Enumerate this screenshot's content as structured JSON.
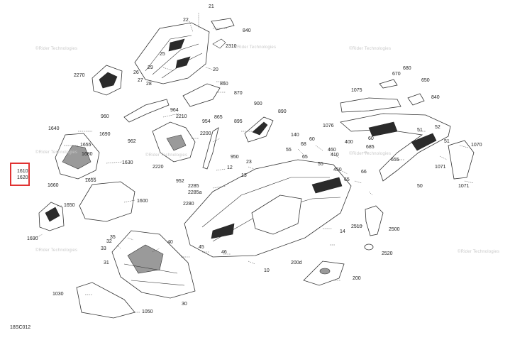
{
  "diagram": {
    "drawing_code": "18SC012",
    "highlighted_labels": [
      "1610",
      "1620"
    ],
    "watermark_text": "©Rider Technologies",
    "callouts": [
      "21",
      "22",
      "840",
      "20",
      "25",
      "26",
      "29",
      "27",
      "28",
      "2310",
      "2270",
      "860",
      "870",
      "900",
      "890",
      "895",
      "954",
      "865",
      "964",
      "2210",
      "960",
      "962",
      "2200",
      "950",
      "1640",
      "1690",
      "1655",
      "1680",
      "1630",
      "2220",
      "1660",
      "1655",
      "1600",
      "952",
      "2285",
      "2285a",
      "2280",
      "1650",
      "1690",
      "12",
      "13",
      "23",
      "55",
      "65",
      "35",
      "40",
      "45",
      "46",
      "33",
      "32",
      "31",
      "30",
      "1030",
      "1050",
      "10",
      "14",
      "200d",
      "200",
      "140",
      "60",
      "68",
      "460",
      "410",
      "400",
      "2500",
      "2520",
      "2510",
      "450",
      "66",
      "65",
      "670",
      "680",
      "650",
      "840",
      "1075",
      "1076",
      "51",
      "52",
      "60",
      "685",
      "655",
      "50",
      "1071",
      "1070",
      "51",
      "1071",
      "55"
    ]
  }
}
